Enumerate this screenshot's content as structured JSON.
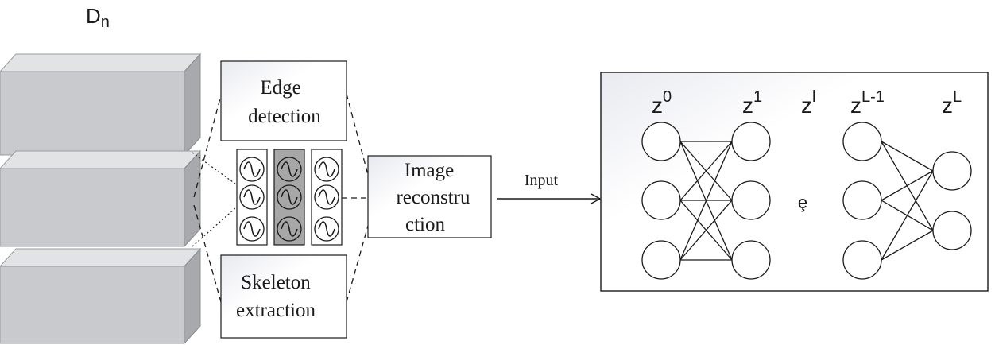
{
  "dataset_label": "D",
  "dataset_subscript": "n",
  "boxes": {
    "edge": [
      "Edge",
      "detection"
    ],
    "skeleton": [
      "Skeleton",
      "extraction"
    ],
    "reconstruction": [
      "Image",
      "reconstru",
      "ction"
    ]
  },
  "arrow_label": "Input",
  "network": {
    "base": "z",
    "layer_superscripts": [
      "0",
      "1",
      "l",
      "L-1",
      "L"
    ],
    "ellipsis_glyph": "ȩ"
  },
  "filter_icon_name": "sine-wave-icon",
  "colors": {
    "slab_front": "#c9cacd",
    "slab_top": "#e2e3e5",
    "slab_side": "#a8a9ac",
    "filter_highlight": "#a7a7a7",
    "stroke": "#1a1a1a"
  }
}
